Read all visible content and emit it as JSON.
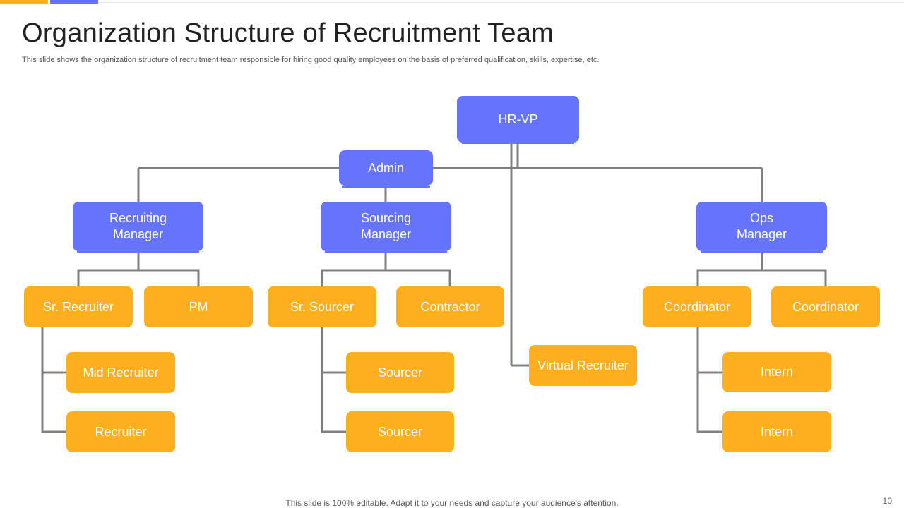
{
  "slide": {
    "title": "Organization Structure of Recruitment Team",
    "subtitle": "This slide shows the organization structure of recruitment team responsible for hiring good quality employees on the basis of preferred qualification, skills, expertise, etc.",
    "footer": "This slide is 100% editable. Adapt it to your needs and capture your audience's attention.",
    "page_number": "10"
  },
  "colors": {
    "accent_orange": "#fdaf1d",
    "accent_blue": "#6673fb",
    "connector": "#808080"
  },
  "org_chart": {
    "root": "HR-VP",
    "admin": "Admin",
    "recruiting_manager": "Recruiting\nManager",
    "sourcing_manager": "Sourcing\nManager",
    "ops_manager": "Ops\nManager",
    "sr_recruiter": "Sr. Recruiter",
    "pm": "PM",
    "mid_recruiter": "Mid Recruiter",
    "recruiter": "Recruiter",
    "sr_sourcer": "Sr. Sourcer",
    "contractor": "Contractor",
    "sourcer_1": "Sourcer",
    "sourcer_2": "Sourcer",
    "virtual_recruiter": "Virtual Recruiter",
    "coordinator_1": "Coordinator",
    "coordinator_2": "Coordinator",
    "intern_1": "Intern",
    "intern_2": "Intern"
  }
}
